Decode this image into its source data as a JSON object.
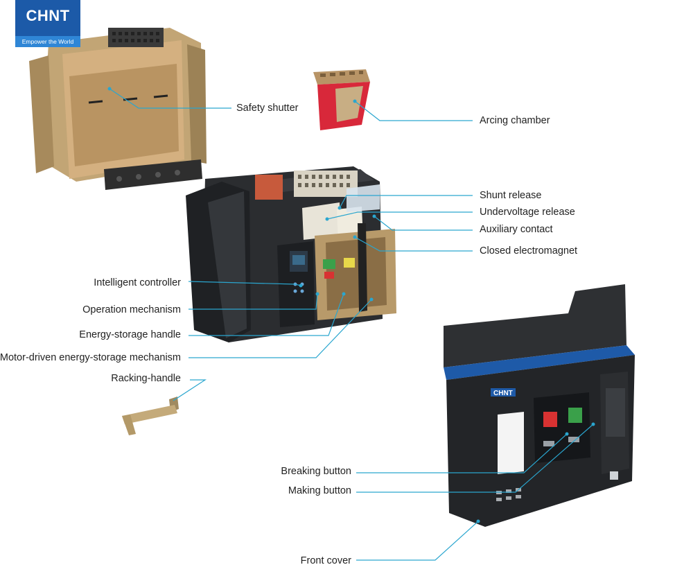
{
  "logo": {
    "brand": "CHNT",
    "tagline": "Empower the World"
  },
  "labels": {
    "safety_shutter": "Safety shutter",
    "arcing_chamber": "Arcing chamber",
    "shunt_release": "Shunt release",
    "undervoltage_release": "Undervoltage release",
    "auxiliary_contact": "Auxiliary contact",
    "closed_electromagnet": "Closed electromagnet",
    "intelligent_controller": "Intelligent controller",
    "operation_mechanism": "Operation mechanism",
    "energy_storage_handle": "Energy-storage handle",
    "motor_driven_mechanism": "Motor-driven energy-storage mechanism",
    "racking_handle": "Racking-handle",
    "breaking_button": "Breaking button",
    "making_button": "Making button",
    "front_cover": "Front cover"
  },
  "front_cover_brand": "CHNT",
  "colors": {
    "leader": "#2aa6cf",
    "brand_blue": "#1c5aa8",
    "chamber_red": "#d8283a",
    "body_dark": "#2b2d30",
    "shutter_tan": "#c9a36b"
  }
}
